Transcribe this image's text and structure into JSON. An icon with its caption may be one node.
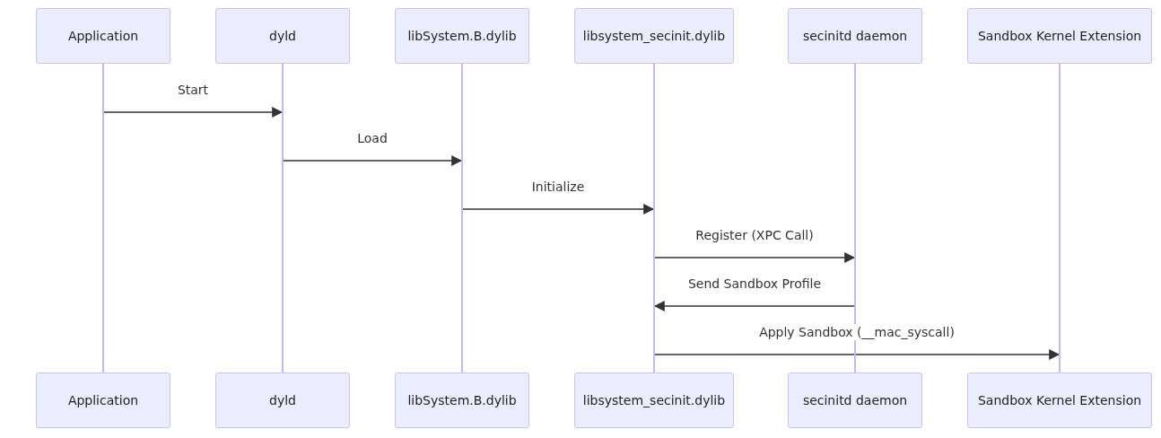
{
  "diagram": {
    "nodes": [
      {
        "text": [
          "Application"
        ]
      },
      {
        "text": [
          "dyld"
        ]
      },
      {
        "text": [
          "libSystem.B.dylib"
        ]
      },
      {
        "text": [
          "libsystem_secinit.dylib"
        ]
      },
      {
        "text": [
          "secinitd daemon"
        ]
      },
      {
        "text": [
          "Sandbox Kernel Extension"
        ]
      },
      {
        "text": [],
        "shape": "line"
      },
      {
        "text": [],
        "shape": "line"
      },
      {
        "text": [],
        "shape": "line"
      },
      {
        "text": [],
        "shape": "line"
      },
      {
        "text": [],
        "shape": "line"
      },
      {
        "text": [],
        "shape": "line"
      },
      {
        "text": [
          "Application"
        ]
      },
      {
        "text": [
          "dyld"
        ]
      },
      {
        "text": [
          "libSystem.B.dylib"
        ]
      },
      {
        "text": [
          "libsystem_secinit.dylib"
        ]
      },
      {
        "text": [
          "secinitd daemon"
        ]
      },
      {
        "text": [
          "Sandbox Kernel Extension"
        ]
      }
    ],
    "edges": [
      {
        "from": 6,
        "to": 7,
        "arrow": "to",
        "label": "Start"
      },
      {
        "from": 7,
        "to": 8,
        "arrow": "to",
        "label": "Load"
      },
      {
        "from": 8,
        "to": 9,
        "arrow": "to",
        "label": "Initialize"
      },
      {
        "from": 9,
        "to": 10,
        "arrow": "to",
        "label": "Register (XPC Call)"
      },
      {
        "from": 10,
        "to": 9,
        "arrow": "to",
        "label": "Send Sandbox Profile"
      },
      {
        "from": 9,
        "to": 11,
        "arrow": "to",
        "label": "Apply Sandbox (__mac_syscall)"
      }
    ]
  }
}
